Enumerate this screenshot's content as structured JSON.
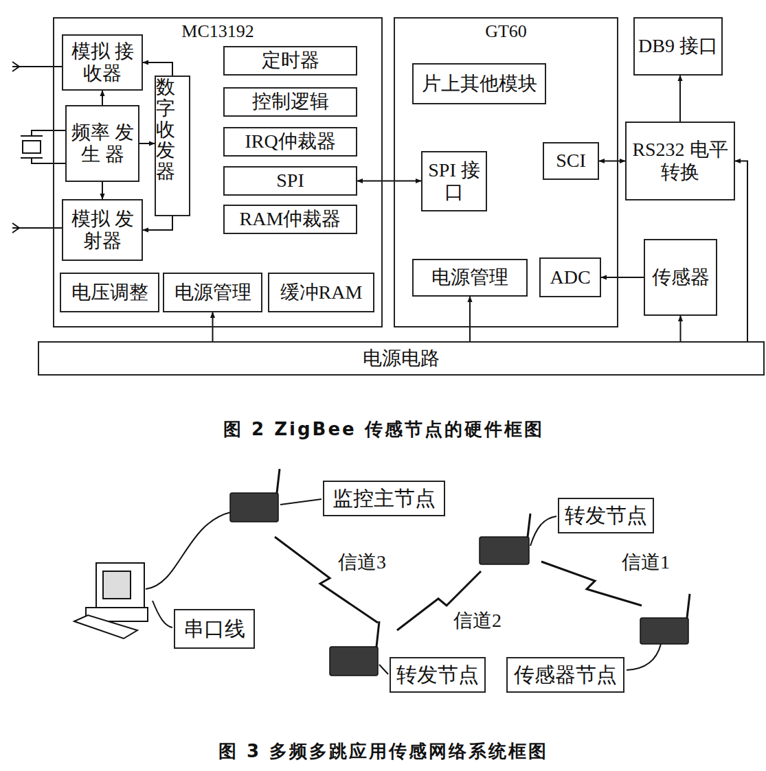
{
  "diagram": {
    "nodes": [
      {
        "text": [
          "MC13192"
        ]
      },
      {
        "text": [
          "模拟 接收器"
        ],
        "in": 0
      },
      {
        "text": [
          "频率 发生 器"
        ],
        "in": 0
      },
      {
        "text": [
          "模拟 发射器"
        ],
        "in": 0
      },
      {
        "text": [
          "数字收发器"
        ],
        "in": 0
      },
      {
        "text": [
          "定时器"
        ],
        "in": 0
      },
      {
        "text": [
          "控制逻辑"
        ],
        "in": 0
      },
      {
        "text": [
          "IRQ仲裁器"
        ],
        "in": 0
      },
      {
        "text": [
          "SPI"
        ],
        "in": 0
      },
      {
        "text": [
          "RAM仲裁器"
        ],
        "in": 0
      },
      {
        "text": [
          "电压调整"
        ],
        "in": 0
      },
      {
        "text": [
          "电源管理"
        ],
        "in": 0
      },
      {
        "text": [
          "缓冲RAM"
        ],
        "in": 0
      },
      {
        "text": [
          "GT60"
        ]
      },
      {
        "text": [
          "片上其他模块"
        ],
        "in": 13
      },
      {
        "text": [
          "SPI 接口"
        ],
        "in": 13
      },
      {
        "text": [
          "SCI"
        ],
        "in": 13
      },
      {
        "text": [
          "电源管理"
        ],
        "in": 13
      },
      {
        "text": [
          "ADC"
        ],
        "in": 13
      },
      {
        "text": [
          "DB9 接口"
        ]
      },
      {
        "text": [
          "RS232 电平转换"
        ]
      },
      {
        "text": [
          "传感器"
        ]
      },
      {
        "text": [
          "电源电路"
        ]
      },
      {
        "text": [
          "监控主节点"
        ]
      },
      {
        "text": [
          "转发节点"
        ]
      },
      {
        "text": [
          "转发节点"
        ]
      },
      {
        "text": [
          "传感器节点"
        ]
      },
      {
        "text": [
          "串口线"
        ]
      }
    ],
    "edges": [
      {
        "from": 2,
        "to": 1,
        "arrow": "to"
      },
      {
        "from": 2,
        "to": 3,
        "arrow": "to"
      },
      {
        "from": 2,
        "to": 4,
        "arrow": "to"
      },
      {
        "from": 4,
        "to": 1,
        "arrow": "to"
      },
      {
        "from": 4,
        "to": 3,
        "arrow": "to"
      },
      {
        "from": 8,
        "to": 15,
        "arrow": "both"
      },
      {
        "from": 16,
        "to": 20,
        "arrow": "both"
      },
      {
        "from": 20,
        "to": 19,
        "arrow": "to"
      },
      {
        "from": 21,
        "to": 18,
        "arrow": "to"
      },
      {
        "from": 22,
        "to": 11,
        "arrow": "to"
      },
      {
        "from": 22,
        "to": 17,
        "arrow": "to"
      },
      {
        "from": 22,
        "to": 21,
        "arrow": "to"
      },
      {
        "from": 22,
        "to": 20,
        "arrow": "to"
      }
    ],
    "labels": [
      "图 2 ZigBee 传感节点的硬件框图",
      "信道3",
      "信道2",
      "信道1",
      "图 3 多频多跳应用传感网络系统框图"
    ]
  }
}
